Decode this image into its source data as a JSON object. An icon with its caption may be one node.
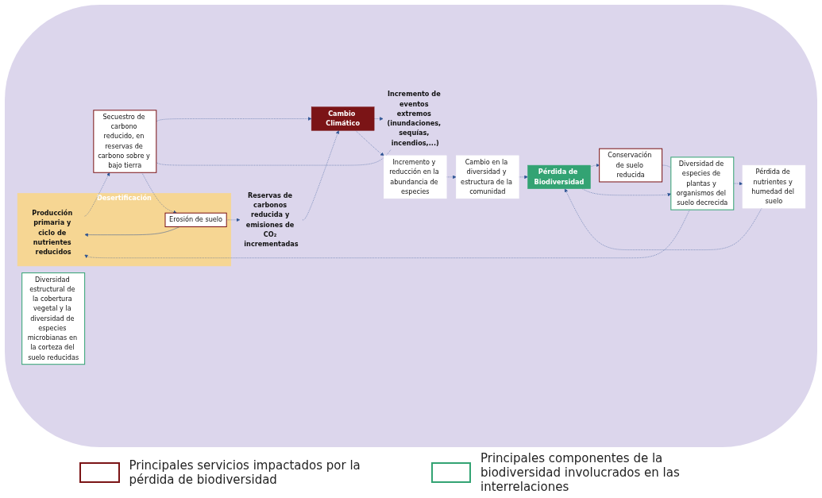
{
  "diagram": {
    "nodes": [
      {
        "text": [
          "Desertificación"
        ]
      },
      {
        "text": [
          "Producción primaria y ciclo de nutrientes reducidos"
        ],
        "in": 0
      },
      {
        "text": [
          "Erosión de suelo"
        ],
        "in": 0
      },
      {
        "text": [
          "Secuestro de carbono reducido, en reservas de carbono sobre y bajo tierra"
        ]
      },
      {
        "text": [
          "Diversidad de especies de plantas y organismos del suelo decrecida"
        ]
      },
      {
        "text": [
          "Conservación de suelo reducida"
        ]
      },
      {
        "text": [
          "Diversidad estructural de la cobertura vegetal y la diversidad de especies microbianas en la corteza del suelo reducidas"
        ]
      },
      {
        "text": [
          "Incremento de eventos extremos (inundaciones, sequías, incendios,...)"
        ]
      },
      {
        "text": [
          "Reservas de carbonos reducida y emisiones de CO₂ incrementadas"
        ]
      },
      {
        "text": [
          "Cambio Climático"
        ]
      },
      {
        "text": [
          "Incremento y reducción en la abundancia de especies"
        ]
      },
      {
        "text": [
          "Pérdida de nutrientes y humedad del suelo"
        ]
      },
      {
        "text": [
          "Cambio en la diversidad y estructura de la comunidad"
        ]
      },
      {
        "text": [
          "Pérdida de Biodiversidad"
        ]
      }
    ],
    "edges": [
      {
        "from": 1,
        "to": 3,
        "arrow": "to",
        "style": "dashed"
      },
      {
        "from": 3,
        "to": 2,
        "arrow": "to",
        "style": "dashed"
      },
      {
        "from": 2,
        "to": 1,
        "arrow": "to"
      },
      {
        "from": 4,
        "to": 1,
        "arrow": "to",
        "style": "dashed"
      },
      {
        "from": 4,
        "to": 11,
        "arrow": "to",
        "style": "dashed"
      },
      {
        "from": 4,
        "to": 5,
        "arrow": "none",
        "style": "dashed"
      },
      {
        "from": 13,
        "to": 5,
        "arrow": "to",
        "style": "dashed"
      },
      {
        "from": 13,
        "to": 4,
        "arrow": "to",
        "style": "dashed"
      },
      {
        "from": 2,
        "to": 8,
        "arrow": "to",
        "style": "dashed"
      },
      {
        "from": 8,
        "to": 9,
        "arrow": "to",
        "style": "dashed"
      },
      {
        "from": 3,
        "to": 9,
        "arrow": "to",
        "style": "dashed"
      },
      {
        "from": 3,
        "to": 7,
        "arrow": "none",
        "style": "dashed"
      },
      {
        "from": 9,
        "to": 7,
        "arrow": "to",
        "style": "dashed"
      },
      {
        "from": 9,
        "to": 10,
        "arrow": "to",
        "style": "dashed"
      },
      {
        "from": 10,
        "to": 12,
        "arrow": "to",
        "style": "dashed"
      },
      {
        "from": 12,
        "to": 13,
        "arrow": "to",
        "style": "dashed"
      },
      {
        "from": 11,
        "to": 13,
        "arrow": "to",
        "style": "dashed"
      }
    ],
    "legend": [
      {
        "text": "Principales servicios impactados por la pérdida de biodiversidad"
      },
      {
        "text": "Principales componentes de la biodiversidad involucrados en las interrelaciones"
      }
    ]
  }
}
